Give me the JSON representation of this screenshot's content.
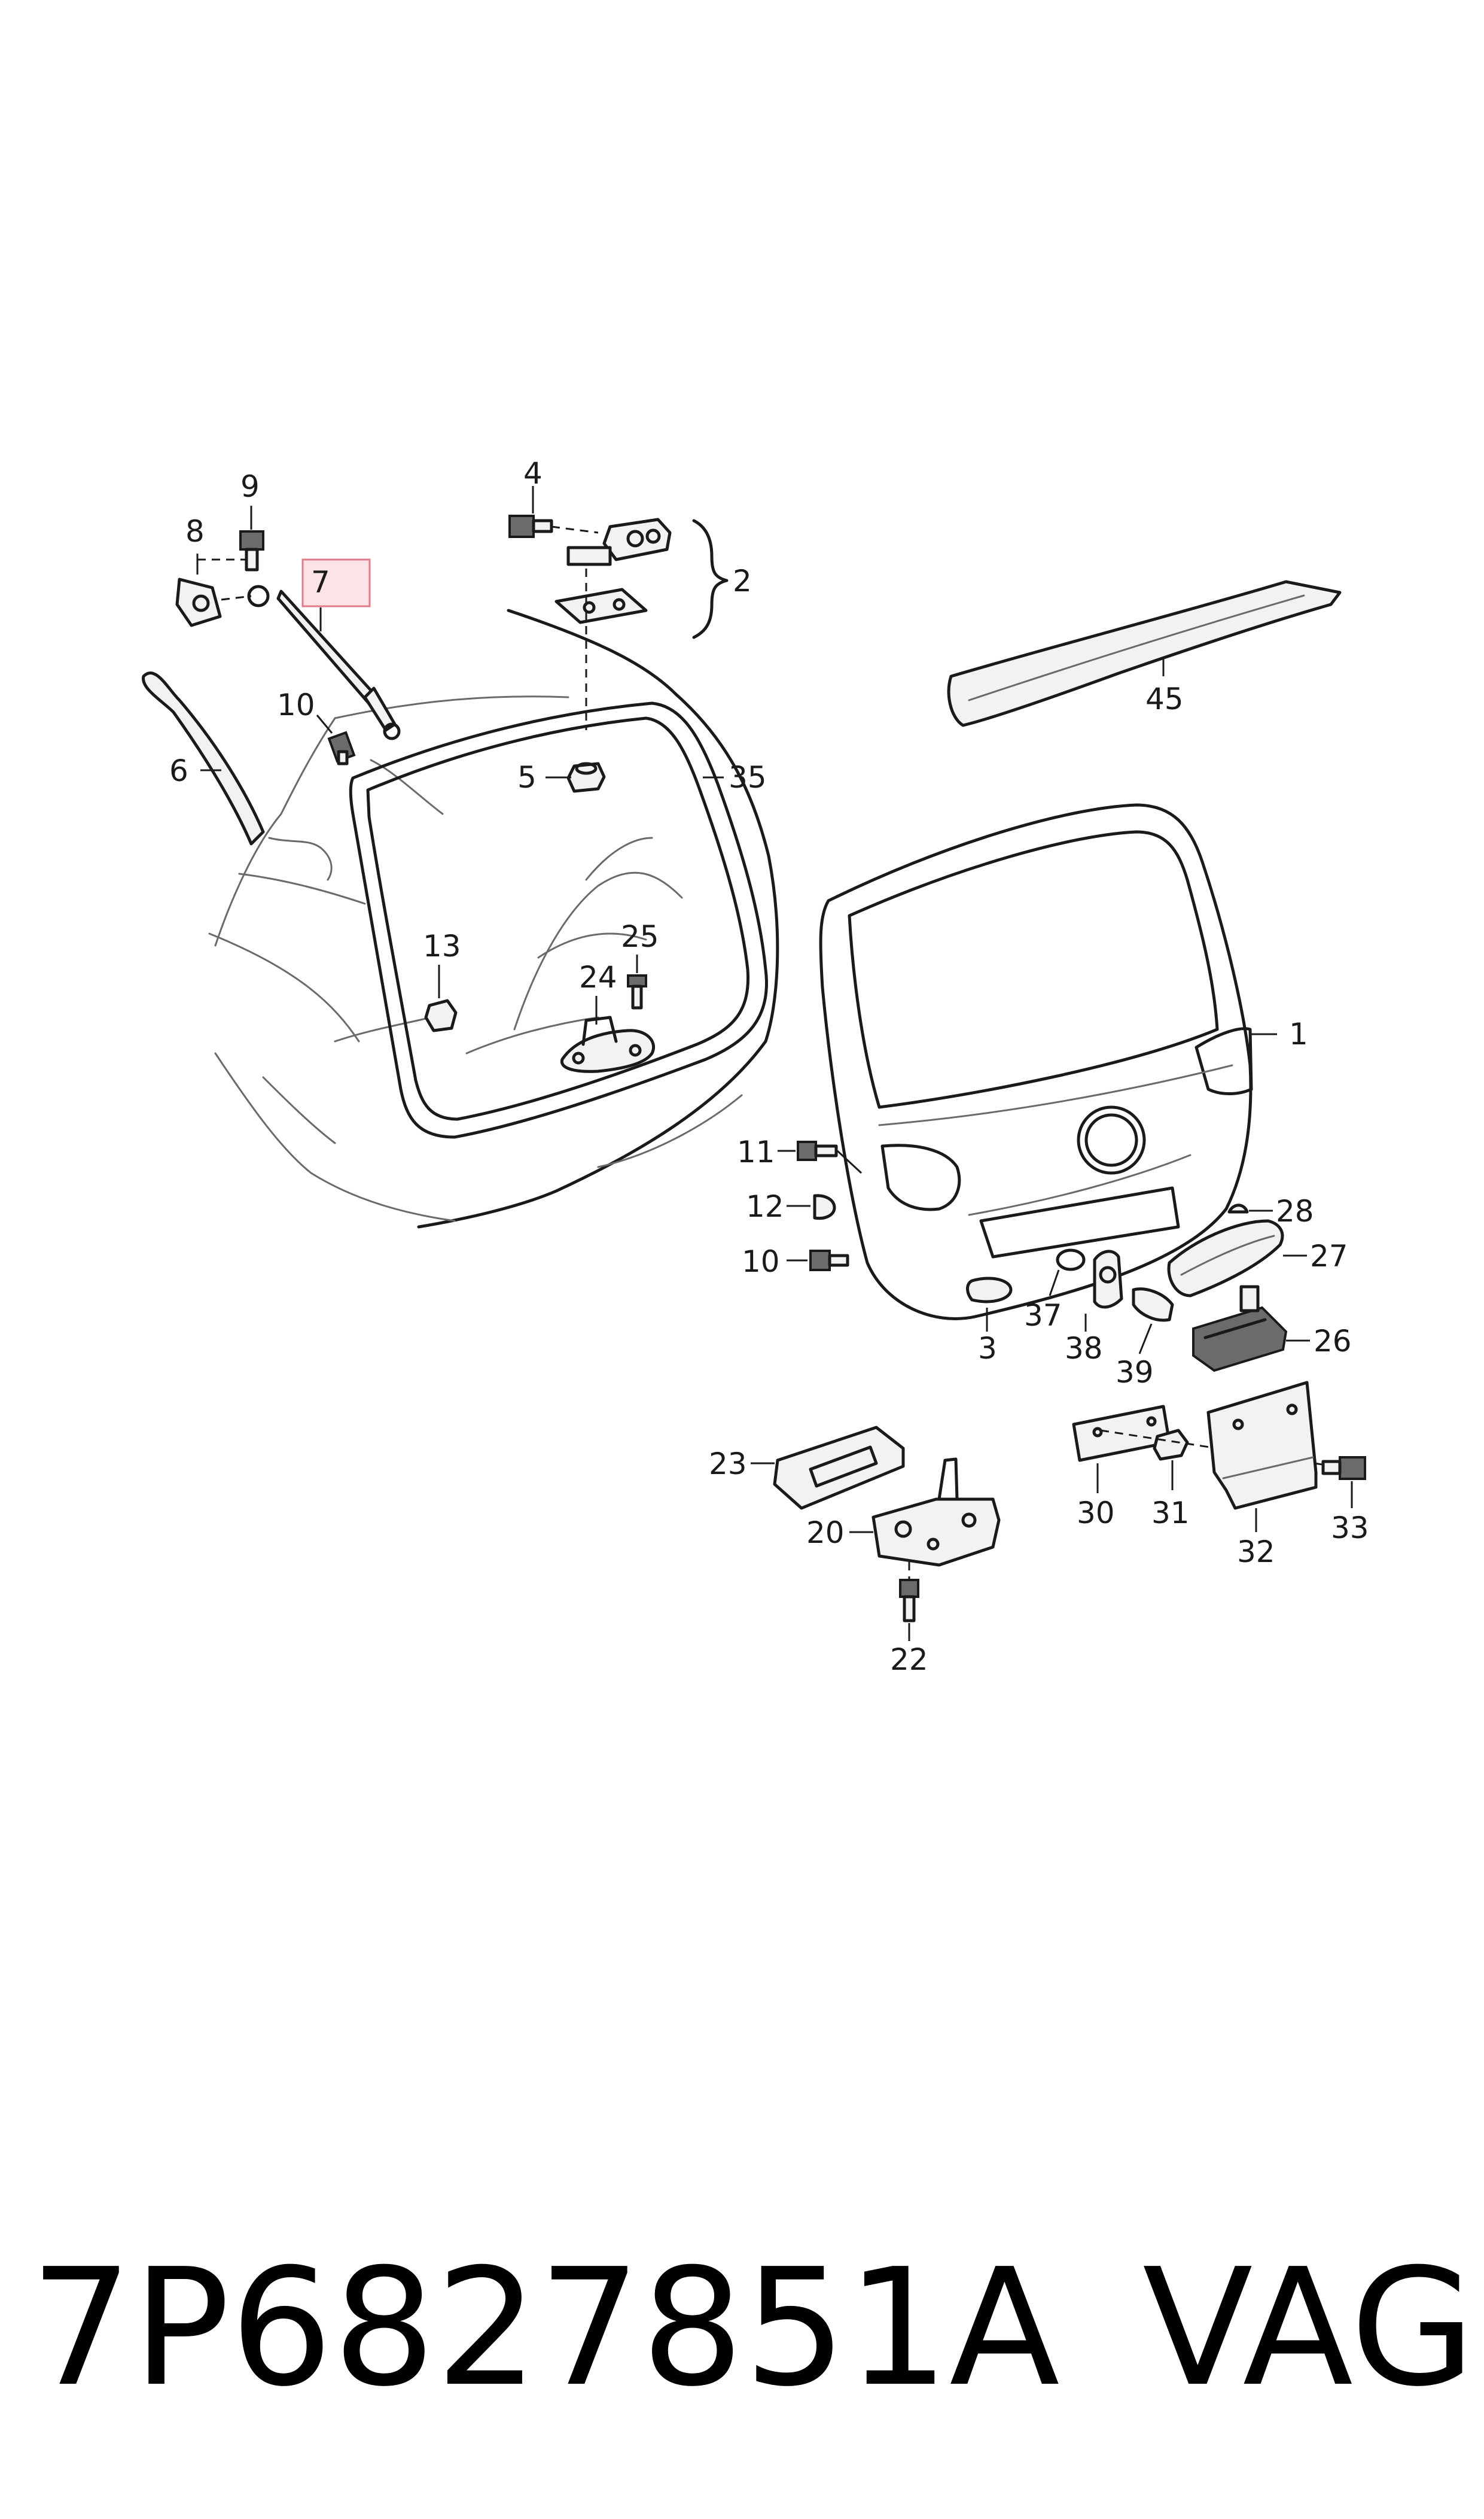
{
  "highlighted_part": "7",
  "callouts": [
    {
      "id": "c1",
      "text": "1"
    },
    {
      "id": "c2",
      "text": "2"
    },
    {
      "id": "c3",
      "text": "3"
    },
    {
      "id": "c4",
      "text": "4"
    },
    {
      "id": "c5",
      "text": "5"
    },
    {
      "id": "c6",
      "text": "6"
    },
    {
      "id": "c7",
      "text": "7"
    },
    {
      "id": "c8",
      "text": "8"
    },
    {
      "id": "c9",
      "text": "9"
    },
    {
      "id": "c10a",
      "text": "10"
    },
    {
      "id": "c10b",
      "text": "10"
    },
    {
      "id": "c11",
      "text": "11"
    },
    {
      "id": "c12",
      "text": "12"
    },
    {
      "id": "c13",
      "text": "13"
    },
    {
      "id": "c20",
      "text": "20"
    },
    {
      "id": "c22",
      "text": "22"
    },
    {
      "id": "c23",
      "text": "23"
    },
    {
      "id": "c24",
      "text": "24"
    },
    {
      "id": "c25",
      "text": "25"
    },
    {
      "id": "c26",
      "text": "26"
    },
    {
      "id": "c27",
      "text": "27"
    },
    {
      "id": "c28",
      "text": "28"
    },
    {
      "id": "c30",
      "text": "30"
    },
    {
      "id": "c31",
      "text": "31"
    },
    {
      "id": "c32",
      "text": "32"
    },
    {
      "id": "c33",
      "text": "33"
    },
    {
      "id": "c35",
      "text": "35"
    },
    {
      "id": "c37",
      "text": "37"
    },
    {
      "id": "c38",
      "text": "38"
    },
    {
      "id": "c39",
      "text": "39"
    },
    {
      "id": "c45",
      "text": "45"
    }
  ],
  "caption": {
    "part_number": "7P6827851A",
    "brand": "VAG"
  },
  "colors": {
    "line": "#1a1a1a",
    "highlight_fill": "#fde3e6",
    "highlight_stroke": "#e07c8a",
    "background": "#ffffff"
  }
}
